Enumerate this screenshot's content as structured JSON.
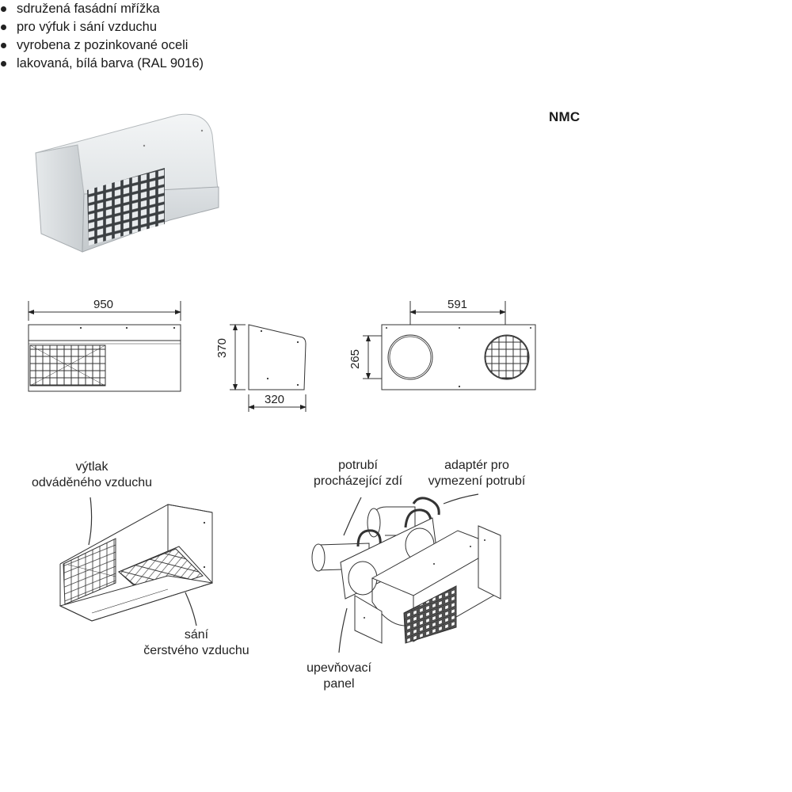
{
  "product": {
    "title": "NMC",
    "features": [
      "sdružená fasádní mřížka",
      "pro výfuk i sání vzduchu",
      "vyrobena z pozinkované oceli",
      "lakovaná, bílá barva (RAL 9016)"
    ]
  },
  "dimensions": {
    "width": "950",
    "height": "370",
    "depth": "320",
    "hole_spacing": "591",
    "hole_height": "265"
  },
  "callouts": {
    "exhaust": [
      "výtlak",
      "odváděného vzduchu"
    ],
    "intake": [
      "sání",
      "čerstvého vzduchu"
    ],
    "pipe": [
      "potrubí",
      "procházející zdí"
    ],
    "adapter": [
      "adaptér pro",
      "vymezení potrubí"
    ],
    "panel": [
      "upevňovací",
      "panel"
    ]
  },
  "colors": {
    "body_light": "#e9ecee",
    "body_mid": "#d5d9dc",
    "body_dark": "#b3b8bc",
    "line": "#333333"
  }
}
